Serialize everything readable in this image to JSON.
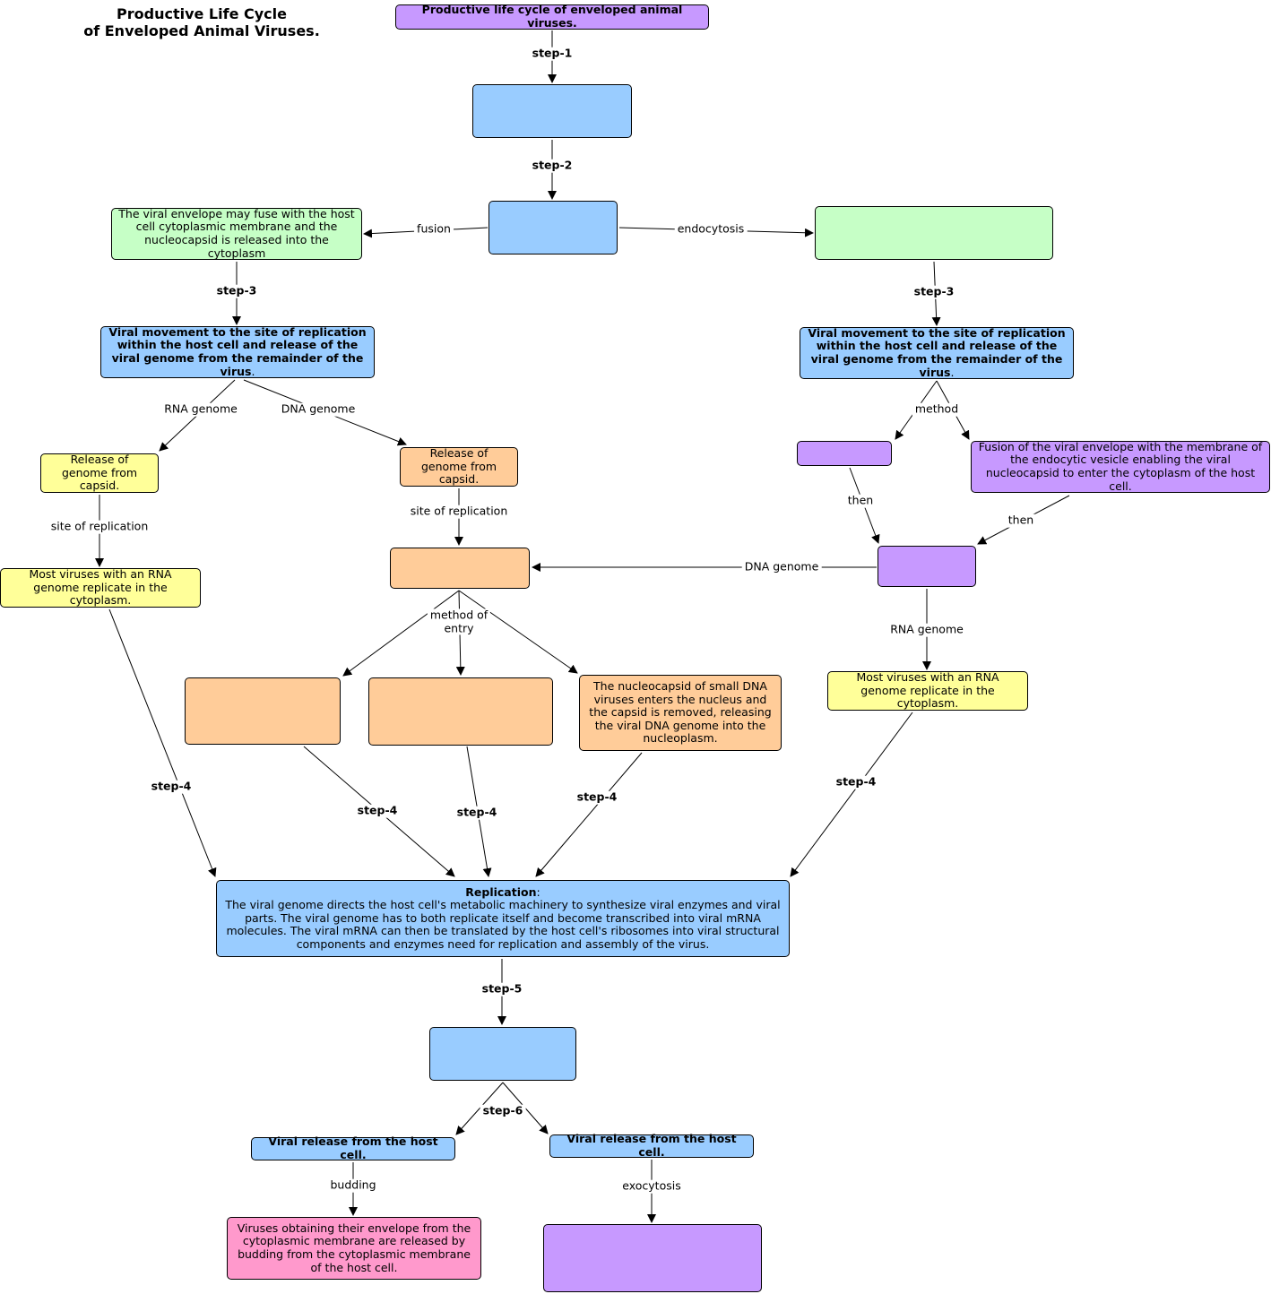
{
  "title": {
    "line1": "Productive Life Cycle",
    "line2": "of Enveloped Animal Viruses."
  },
  "nodes": {
    "top": "Productive life cycle of enveloped animal viruses.",
    "step1_box": "",
    "step2_box": "",
    "fusion_result": "The viral envelope may fuse with the host cell cytoplasmic membrane and the nucleocapsid is released into the cytoplasm",
    "endocytosis_result": "",
    "viral_movement_left": "Viral movement to the site of replication within the host cell and release of the viral genome from the remainder of the virus",
    "viral_movement_left_period": ".",
    "viral_movement_right": "Viral movement to the site of replication within the host cell and release of the viral genome from the remainder of the virus",
    "viral_movement_right_period": ".",
    "rna_release": "Release of genome from capsid.",
    "dna_release": "Release of genome from capsid.",
    "rna_cytoplasm_left": "Most viruses with an RNA genome replicate in the cytoplasm.",
    "dna_site": "",
    "method_small": "",
    "fusion_vesicle": "Fusion of the viral envelope with the membrane of the endocytic vesicle enabling the viral nucleocapsid to enter the cytoplasm of the host cell.",
    "after_then": "",
    "entry_a": "",
    "entry_b": "",
    "entry_c": "The nucleocapsid of small DNA viruses enters the nucleus and the capsid is removed, releasing the viral DNA genome into the nucleoplasm.",
    "rna_cytoplasm_right": "Most viruses with an RNA genome replicate in the cytoplasm.",
    "replication_title": "Replication",
    "replication_colon": ":",
    "replication_text": "The viral genome directs the host cell's metabolic machinery to synthesize viral enzymes and viral parts. The viral genome has to both replicate itself and become transcribed into viral mRNA molecules. The viral mRNA can then be translated by the host cell's ribosomes into viral structural components and enzymes need for replication and assembly of the virus.",
    "step5_box": "",
    "release_left": "Viral release from the host cell.",
    "release_right": "Viral release from the host cell.",
    "budding_result": "Viruses obtaining their envelope from the cytoplasmic membrane are released by budding from the cytoplasmic membrane of the host cell.",
    "exocytosis_result": ""
  },
  "edge_labels": {
    "step1": "step-1",
    "step2": "step-2",
    "fusion": "fusion",
    "endocytosis": "endocytosis",
    "step3_left": "step-3",
    "step3_right": "step-3",
    "rna_genome_left": "RNA genome",
    "dna_genome_left": "DNA genome",
    "method": "method",
    "site_rep_left": "site of replication",
    "site_rep_mid": "site of replication",
    "then_left": "then",
    "then_right": "then",
    "dna_genome_right": "DNA genome",
    "method_of_entry_1": "method of",
    "method_of_entry_2": "entry",
    "rna_genome_right": "RNA genome",
    "step4_a": "step-4",
    "step4_b": "step-4",
    "step4_c": "step-4",
    "step4_d": "step-4",
    "step4_e": "step-4",
    "step5": "step-5",
    "step6": "step-6",
    "budding": "budding",
    "exocytosis": "exocytosis"
  },
  "colors": {
    "blue": "#99ccff",
    "green": "#c6ffc6",
    "purple": "#c799ff",
    "yellow": "#ffff99",
    "orange": "#ffcc99",
    "pink": "#ff99cc"
  }
}
